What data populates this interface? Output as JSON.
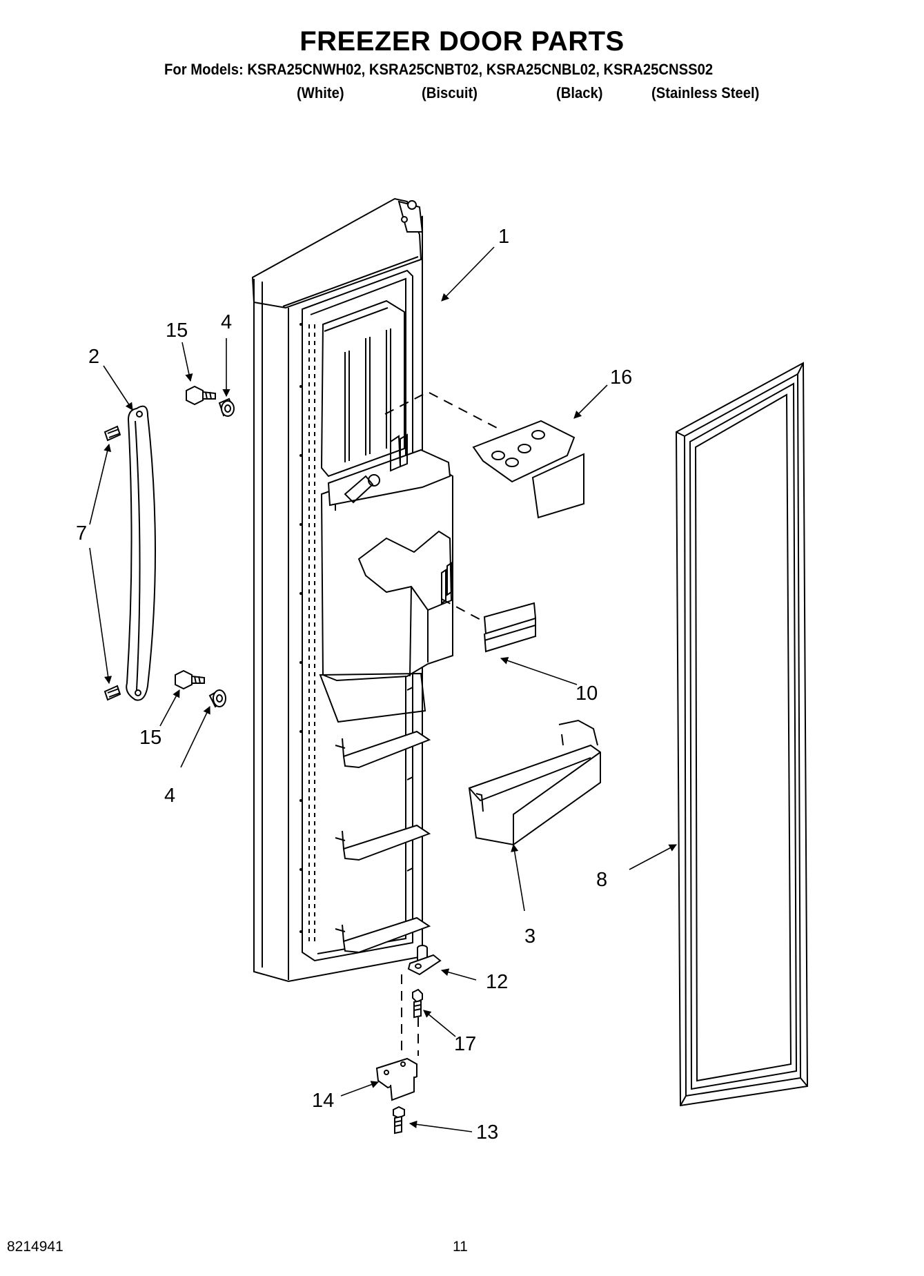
{
  "header": {
    "title": "FREEZER DOOR PARTS",
    "models_line": "For Models: KSRA25CNWH02, KSRA25CNBT02, KSRA25CNBL02, KSRA25CNSS02",
    "variants": [
      "(White)",
      "(Biscuit)",
      "(Black)",
      "(Stainless Steel)"
    ]
  },
  "callouts": {
    "c1": "1",
    "c2": "2",
    "c3": "3",
    "c4a": "4",
    "c4b": "4",
    "c7": "7",
    "c8": "8",
    "c10": "10",
    "c12": "12",
    "c13": "13",
    "c14": "14",
    "c15a": "15",
    "c15b": "15",
    "c16": "16",
    "c17": "17"
  },
  "footer": {
    "doc_number": "8214941",
    "page_number": "11"
  }
}
